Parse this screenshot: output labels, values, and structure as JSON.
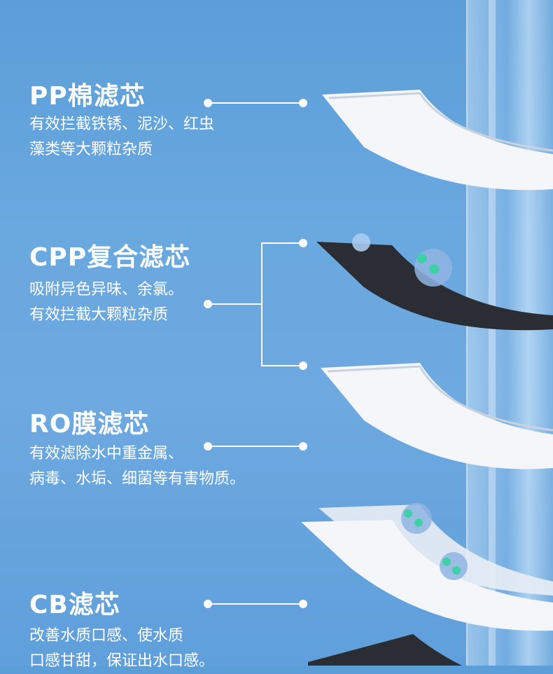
{
  "sections": [
    {
      "title": "PP棉滤芯",
      "lines": [
        "有效拦截铁锈、泥沙、红虫",
        "藻类等大颗粒杂质"
      ]
    },
    {
      "title": "CPP复合滤芯",
      "lines": [
        "吸附异色异味、余氯。",
        "有效拦截大颗粒杂质"
      ]
    },
    {
      "title": "RO膜滤芯",
      "lines": [
        "有效滤除水中重金属、",
        "病毒、水垢、细菌等有害物质。"
      ]
    },
    {
      "title": "CB滤芯",
      "lines": [
        "改善水质口感、使水质",
        "口感甘甜，保证出水口感。"
      ]
    }
  ],
  "colors": {
    "background": "#6aa8e0",
    "text": "#ffffff",
    "carbon": "#2a2d33",
    "membrane": "#f2f4f7"
  }
}
